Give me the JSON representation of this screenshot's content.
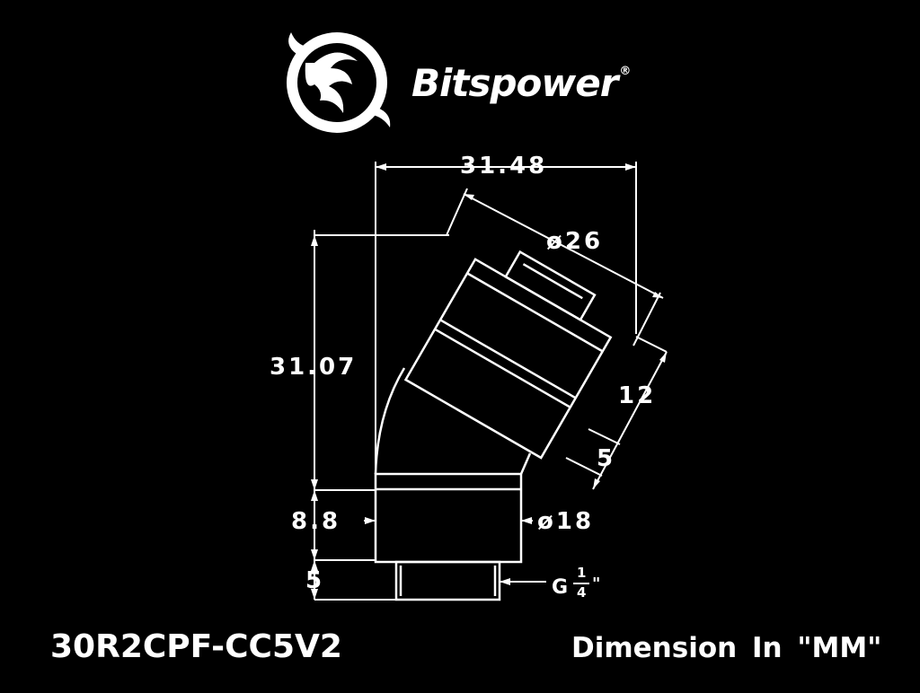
{
  "brand": {
    "name": "Bitspower",
    "registered_mark": "®",
    "logo_icon": "dragon-emblem"
  },
  "product": {
    "model": "30R2CPF-CC5V2",
    "units_note": "Dimension  In  \"MM\""
  },
  "dimensions": {
    "overall_width": "31.48",
    "overall_height": "31.07",
    "top_diameter": "ø26",
    "top_cap_length": "12",
    "top_cap_segment": "5",
    "base_height": "8.8",
    "base_diameter": "ø18",
    "thread_height": "5"
  },
  "thread": {
    "prefix": "G",
    "numerator": "1",
    "denominator": "4",
    "suffix": "\""
  },
  "colors": {
    "background": "#000000",
    "line": "#ffffff"
  }
}
